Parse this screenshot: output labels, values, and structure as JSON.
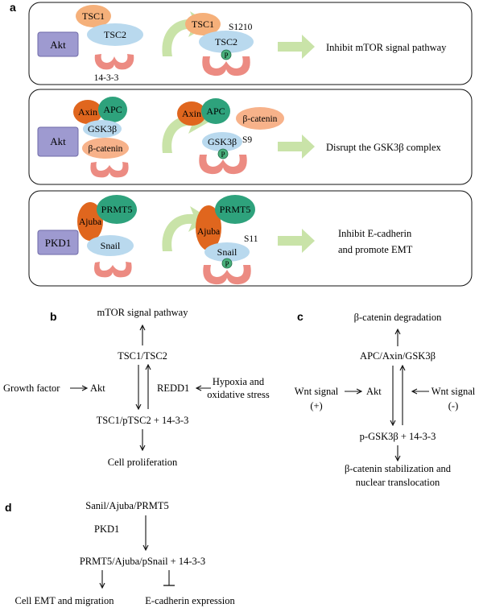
{
  "panel_labels": {
    "a": "a",
    "b": "b",
    "c": "c",
    "d": "d"
  },
  "colors": {
    "kinase_fill": "#9e9ad0",
    "tsc1_fill": "#f5b07a",
    "tsc2_fill": "#b9d9ee",
    "protein_1433_fill": "#ec8b82",
    "axin_fill": "#e0661e",
    "apc_fill": "#2ea27c",
    "gsk3b_fill": "#b9d9ee",
    "bcatenin_fill": "#f7b28a",
    "ajuba_fill": "#e0661e",
    "prmt5_fill": "#2ea27c",
    "snail_fill": "#b9d9ee",
    "phospho_fill": "#4ab07c",
    "arrow_green": "#c9e3a8"
  },
  "panel_a": {
    "row1": {
      "kinase": "Akt",
      "tsc1": "TSC1",
      "tsc2": "TSC2",
      "protein_1433": "14-3-3",
      "tsc1_after": "TSC1",
      "tsc2_after": "TSC2",
      "site": "S1210",
      "phospho": "P",
      "outcome": "Inhibit mTOR signal pathway"
    },
    "row2": {
      "kinase": "Akt",
      "axin": "Axin",
      "apc": "APC",
      "gsk3b": "GSK3β",
      "bcatenin": "β-catenin",
      "axin_after": "Axin",
      "apc_after": "APC",
      "bcatenin_after": "β-catenin",
      "gsk3b_after": "GSK3β",
      "site": "S9",
      "phospho": "P",
      "outcome": "Disrupt the GSK3β complex"
    },
    "row3": {
      "kinase": "PKD1",
      "ajuba": "Ajuba",
      "prmt5": "PRMT5",
      "snail": "Snail",
      "ajuba_after": "Ajuba",
      "prmt5_after": "PRMT5",
      "snail_after": "Snail",
      "site": "S11",
      "phospho": "P",
      "outcome_line1": "Inhibit E-cadherin",
      "outcome_line2": "and promote EMT"
    }
  },
  "panel_b": {
    "top": "mTOR signal pathway",
    "complex": "TSC1/TSC2",
    "left_input": "Growth factor",
    "kinase": "Akt",
    "redd1": "REDD1",
    "right_input_line1": "Hypoxia and",
    "right_input_line2": "oxidative stress",
    "phospho_complex": "TSC1/pTSC2 + 14-3-3",
    "bottom": "Cell proliferation"
  },
  "panel_c": {
    "top": "β-catenin degradation",
    "complex": "APC/Axin/GSK3β",
    "left_input": "Wnt signal",
    "left_sign": "(+)",
    "kinase": "Akt",
    "right_input": "Wnt signal",
    "right_sign": "(-)",
    "phospho_complex": "p-GSK3β + 14-3-3",
    "bottom_line1": "β-catenin stabilization and",
    "bottom_line2": "nuclear translocation"
  },
  "panel_d": {
    "top": "Sanil/Ajuba/PRMT5",
    "kinase": "PKD1",
    "phospho_complex": "PRMT5/Ajuba/pSnail + 14-3-3",
    "bottom_left": "Cell EMT and migration",
    "bottom_right": "E-cadherin expression"
  }
}
